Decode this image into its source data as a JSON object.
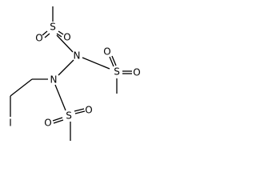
{
  "molecule": {
    "atoms": {
      "o1": "O",
      "s1": "S",
      "o2": "O",
      "n1": "N",
      "s2": "S",
      "o3": "O",
      "o4": "O",
      "n2": "N",
      "i1": "I",
      "s3": "S",
      "o5": "O",
      "o6": "O"
    }
  }
}
